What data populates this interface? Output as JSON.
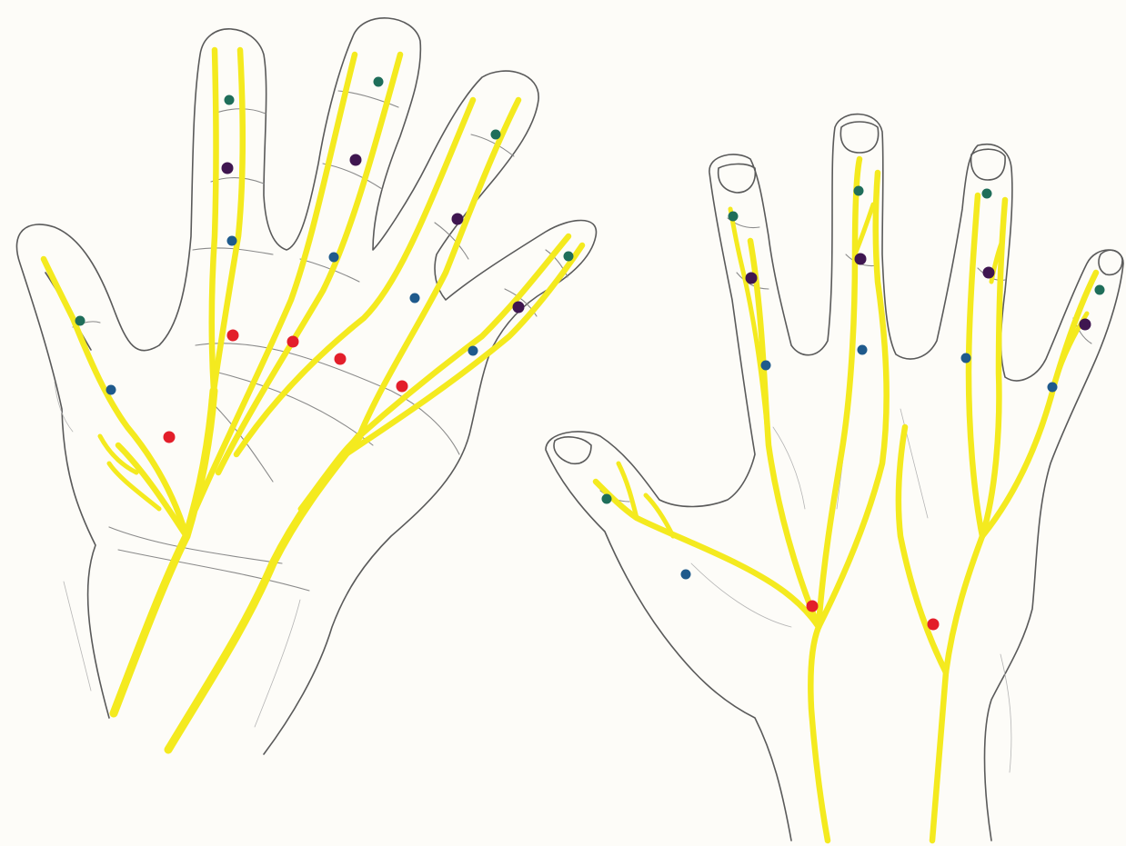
{
  "palette": {
    "paper": "#fdfcf8",
    "pencil": "#5a5a5a",
    "nerve": "#f4ea1f",
    "point_red": "#e31e2a",
    "point_purple": "#3f1650",
    "point_teal": "#1f6e5a",
    "point_blue": "#1f5a8c"
  },
  "figures": [
    {
      "name": "palmar-hand",
      "points": [
        {
          "color": "teal"
        },
        {
          "color": "purple"
        },
        {
          "color": "blue"
        },
        {
          "color": "teal"
        },
        {
          "color": "purple"
        },
        {
          "color": "blue"
        },
        {
          "color": "teal"
        },
        {
          "color": "purple"
        },
        {
          "color": "blue"
        },
        {
          "color": "teal"
        },
        {
          "color": "purple"
        },
        {
          "color": "blue"
        },
        {
          "color": "teal"
        },
        {
          "color": "blue"
        },
        {
          "color": "red"
        },
        {
          "color": "red"
        },
        {
          "color": "red"
        },
        {
          "color": "red"
        },
        {
          "color": "red"
        }
      ]
    },
    {
      "name": "dorsal-hand",
      "points": [
        {
          "color": "teal"
        },
        {
          "color": "purple"
        },
        {
          "color": "blue"
        },
        {
          "color": "teal"
        },
        {
          "color": "purple"
        },
        {
          "color": "blue"
        },
        {
          "color": "teal"
        },
        {
          "color": "purple"
        },
        {
          "color": "blue"
        },
        {
          "color": "teal"
        },
        {
          "color": "purple"
        },
        {
          "color": "blue"
        },
        {
          "color": "teal"
        },
        {
          "color": "blue"
        },
        {
          "color": "red"
        },
        {
          "color": "red"
        }
      ]
    }
  ]
}
